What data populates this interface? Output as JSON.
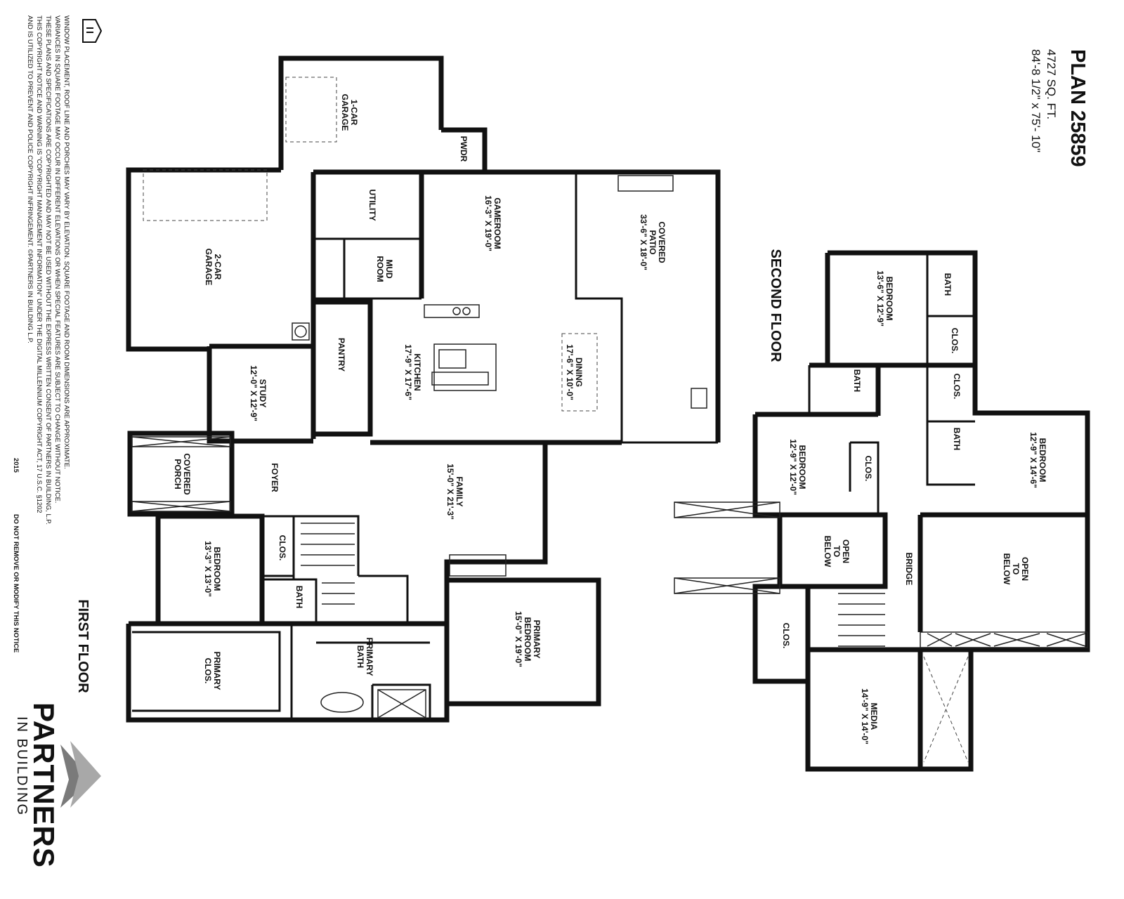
{
  "plan": {
    "title": "PLAN 25859",
    "sqft": "4727 SQ. FT.",
    "dimensions": "84'-8 1/2\" x 75'- 10\""
  },
  "floors": {
    "first": "FIRST FLOOR",
    "second": "SECOND FLOOR"
  },
  "rooms_first": {
    "garage1": [
      "1-CAR",
      "GARAGE"
    ],
    "garage2": [
      "2-CAR",
      "GARAGE"
    ],
    "pwdr": "PWDR",
    "utility": "UTILITY",
    "gameroom": [
      "GAMEROOM",
      "16'-3\" X 19'-0\""
    ],
    "patio": [
      "COVERED",
      "PATIO",
      "33'-6\" X 18'-0\""
    ],
    "mudroom": [
      "MUD",
      "ROOM"
    ],
    "pantry": "PANTRY",
    "kitchen": [
      "KITCHEN",
      "17'-9\" X 17'-6\""
    ],
    "dining": [
      "DINING",
      "17'-6\" X 10'-0\""
    ],
    "study": [
      "STUDY",
      "12'-0\" X 12'-9\""
    ],
    "porch": [
      "COVERED",
      "PORCH"
    ],
    "foyer": "FOYER",
    "family": [
      "FAMILY",
      "15'-0\" X 21'-3\""
    ],
    "bedroom": [
      "BEDROOM",
      "13'-3\" X 13'-0\""
    ],
    "clos": "CLOS.",
    "bath": "BATH",
    "primary_bedroom": [
      "PRIMARY",
      "BEDROOM",
      "15'-0\" X 19'-0\""
    ],
    "primary_bath": [
      "PRIMARY",
      "BATH"
    ],
    "primary_clos": [
      "PRIMARY",
      "CLOS."
    ]
  },
  "rooms_second": {
    "bedroom_a": [
      "BEDROOM",
      "13'-6\" X 12'-9\""
    ],
    "bath_a": "BATH",
    "clos_a": "CLOS.",
    "bath_b": "BATH",
    "clos_b": "CLOS.",
    "bath_c": "BATH",
    "bedroom_b": [
      "BEDROOM",
      "12'-9\" X 12'-0\""
    ],
    "clos_c": "CLOS.",
    "bedroom_c": [
      "BEDROOM",
      "12'-9\" X 14'-6\""
    ],
    "open_a": [
      "OPEN",
      "TO",
      "BELOW"
    ],
    "open_b": [
      "OPEN",
      "TO",
      "BELOW"
    ],
    "bridge": "BRIDGE",
    "clos_d": "CLOS.",
    "media": [
      "MEDIA",
      "14'-9\" X 14'-0\""
    ]
  },
  "notes": [
    "WINDOW PLACEMENT, ROOF LINE AND PORCHES MAY VARY BY ELEVATION.  SQUARE FOOTAGE AND ROOM DIMENSIONS ARE APPROXIMATE.",
    "VARIANCES IN SQUARE FOOTAGE MAY OCCUR IN DIFFERENT ELEVATIONS OR WHEN SPECIAL FEATURES ARE SUBJECT TO CHANGE WITHOUT NOTICE.",
    "THESE PLANS AND SPECIFICATIONS ARE COPYRIGHTED AND MAY NOT BE USED WITHOUT THE EXPRESS WRITTEN CONSENT OF PARTNERS IN BUILDING, L.P.",
    "THIS COPYRIGHT NOTICE AND WARNING IS \"COPYRIGHT MANAGEMENT INFORMATION\" UNDER THE DIGITAL MILLENNIUM COPYRIGHT ACT, 17 U.S.C.   §1202",
    "AND IS UTILIZED TO PREVENT AND POLICE COPYRIGHT INFRINGEMENT.  ©PARTNERS IN BUILDING L.P."
  ],
  "notice_year": "2015",
  "notice_warning": "DO NOT REMOVE OR MODIFY THIS NOTICE",
  "brand": {
    "name": "PARTNERS",
    "sub": "IN BUILDING"
  },
  "icons": [
    "equal-housing-icon",
    "partners-chevron-logo"
  ]
}
